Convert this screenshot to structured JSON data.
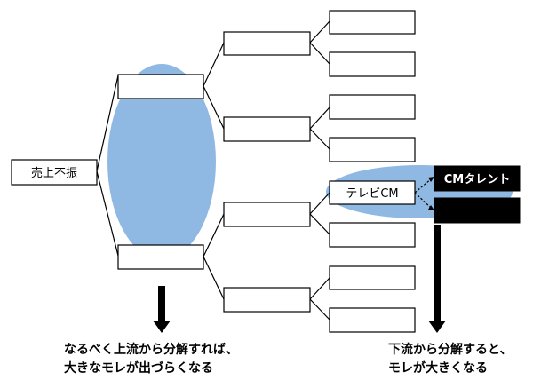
{
  "diagram": {
    "root_label": "売上不振",
    "tv_cm_label": "テレビCM",
    "cm_talent_label": "CMタレント",
    "note_left": [
      "なるべく上流から分解すれば、",
      "大きなモレが出づらくなる"
    ],
    "note_right": [
      "下流から分解すると、",
      "モレが大きくなる"
    ],
    "colors": {
      "highlight_blue": "#8fb9e3",
      "black": "#000000",
      "line": "#000000"
    }
  }
}
